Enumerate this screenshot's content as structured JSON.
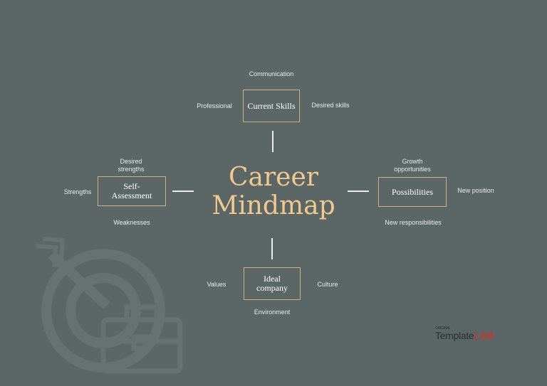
{
  "center": {
    "line1": "Career",
    "line2": "Mindmap"
  },
  "nodes": {
    "top": {
      "label": "Current Skills"
    },
    "left": {
      "line1": "Self-",
      "line2": "Assessment"
    },
    "right": {
      "label": "Possibilities"
    },
    "bottom": {
      "line1": "Ideal",
      "line2": "company"
    }
  },
  "labels": {
    "top_above": "Communication",
    "top_left": "Professional",
    "top_right": "Desired skills",
    "left_above_1": "Desired",
    "left_above_2": "strengths",
    "left_left": "Strengths",
    "left_below": "Weaknesses",
    "right_above_1": "Growth",
    "right_above_2": "opportunities",
    "right_right": "New position",
    "right_below": "New responsibilities",
    "bottom_left": "Values",
    "bottom_right": "Culture",
    "bottom_below": "Environment"
  },
  "brand": {
    "template": "Template",
    "lab": "LAB",
    "tagline": "ORIGINAL"
  },
  "colors": {
    "background": "#5b6666",
    "accent": "#f2c98a",
    "box_border": "#d4b078",
    "text": "#e6ecec"
  }
}
